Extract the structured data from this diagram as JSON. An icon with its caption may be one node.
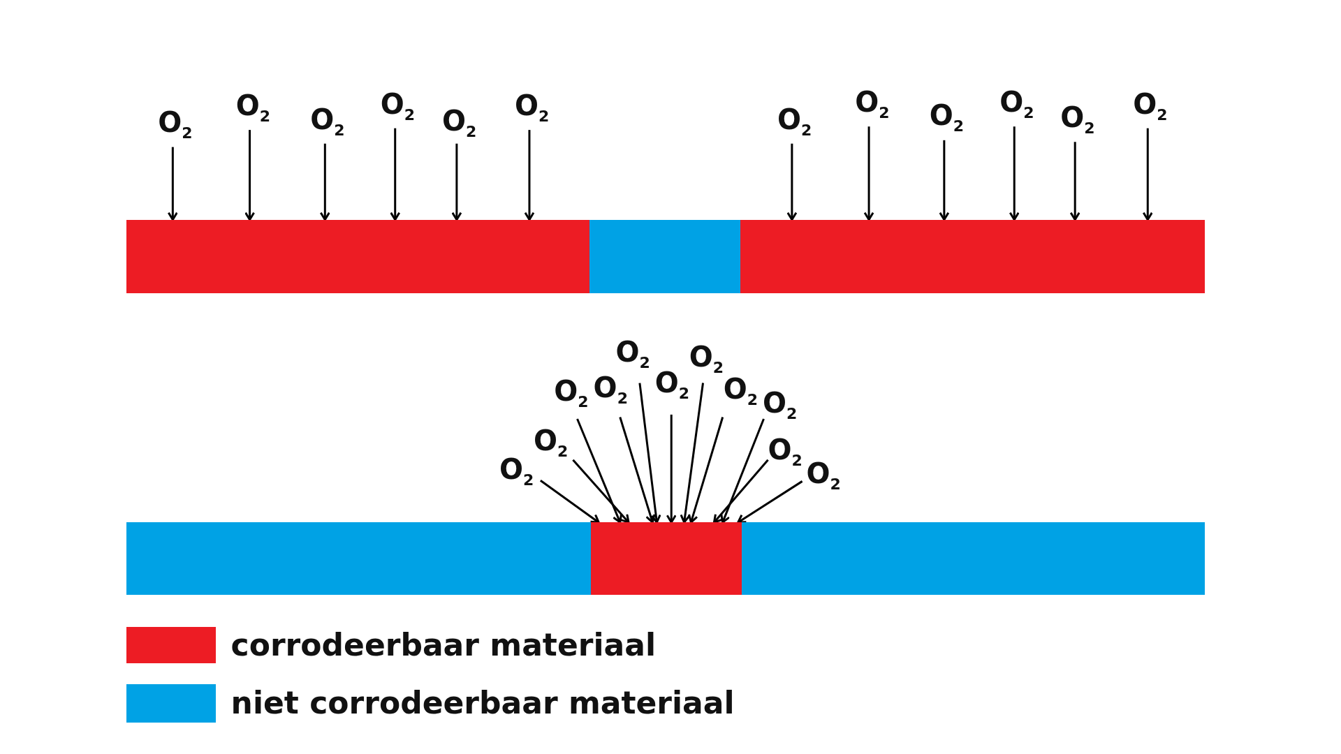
{
  "diagram": {
    "nodes": [
      {
        "text": [
          "O$_{2}$"
        ]
      },
      {
        "text": [
          "O$_{2}$"
        ]
      },
      {
        "text": [
          "O$_{2}$"
        ]
      },
      {
        "text": [
          "O$_{2}$"
        ]
      },
      {
        "text": [
          "O$_{2}$"
        ]
      },
      {
        "text": [
          "O$_{2}$"
        ]
      },
      {
        "text": [
          "O$_{2}$"
        ]
      },
      {
        "text": [
          "O$_{2}$"
        ]
      },
      {
        "text": [
          "O$_{2}$"
        ]
      },
      {
        "text": [
          "O$_{2}$"
        ]
      },
      {
        "text": [
          "O$_{2}$"
        ]
      },
      {
        "text": [
          "O$_{2}$"
        ]
      },
      {
        "text": [],
        "shape": "bar"
      },
      {
        "text": [],
        "shape": "bar"
      },
      {
        "text": [],
        "shape": "bar"
      },
      {
        "text": [
          "O$_{2}$"
        ]
      },
      {
        "text": [
          "O$_{2}$"
        ]
      },
      {
        "text": [
          "O$_{2}$"
        ]
      },
      {
        "text": [
          "O$_{2}$"
        ]
      },
      {
        "text": [
          "O$_{2}$"
        ]
      },
      {
        "text": [
          "O$_{2}$"
        ]
      },
      {
        "text": [
          "O$_{2}$"
        ]
      },
      {
        "text": [
          "O$_{2}$"
        ]
      },
      {
        "text": [
          "O$_{2}$"
        ]
      },
      {
        "text": [
          "O$_{2}$"
        ]
      },
      {
        "text": [
          "O$_{2}$"
        ]
      },
      {
        "text": [],
        "shape": "bar"
      },
      {
        "text": [],
        "shape": "bar"
      },
      {
        "text": [],
        "shape": "bar"
      }
    ],
    "edges": [
      {
        "from": 0,
        "to": 12,
        "arrow": "to"
      },
      {
        "from": 1,
        "to": 12,
        "arrow": "to"
      },
      {
        "from": 2,
        "to": 12,
        "arrow": "to"
      },
      {
        "from": 3,
        "to": 12,
        "arrow": "to"
      },
      {
        "from": 4,
        "to": 12,
        "arrow": "to"
      },
      {
        "from": 5,
        "to": 12,
        "arrow": "to"
      },
      {
        "from": 6,
        "to": 14,
        "arrow": "to"
      },
      {
        "from": 7,
        "to": 14,
        "arrow": "to"
      },
      {
        "from": 8,
        "to": 14,
        "arrow": "to"
      },
      {
        "from": 9,
        "to": 14,
        "arrow": "to"
      },
      {
        "from": 10,
        "to": 14,
        "arrow": "to"
      },
      {
        "from": 11,
        "to": 14,
        "arrow": "to"
      },
      {
        "from": 15,
        "to": 27,
        "arrow": "to"
      },
      {
        "from": 16,
        "to": 27,
        "arrow": "to"
      },
      {
        "from": 17,
        "to": 27,
        "arrow": "to"
      },
      {
        "from": 18,
        "to": 27,
        "arrow": "to"
      },
      {
        "from": 19,
        "to": 27,
        "arrow": "to"
      },
      {
        "from": 20,
        "to": 27,
        "arrow": "to"
      },
      {
        "from": 21,
        "to": 27,
        "arrow": "to"
      },
      {
        "from": 22,
        "to": 27,
        "arrow": "to"
      },
      {
        "from": 23,
        "to": 27,
        "arrow": "to"
      },
      {
        "from": 24,
        "to": 27,
        "arrow": "to"
      },
      {
        "from": 25,
        "to": 27,
        "arrow": "to"
      }
    ],
    "legend": [
      {
        "text": "corrodeerbaar materiaal",
        "color": "#ed1c24"
      },
      {
        "text": "niet corrodeerbaar materiaal",
        "color": "#00a2e5"
      }
    ]
  }
}
